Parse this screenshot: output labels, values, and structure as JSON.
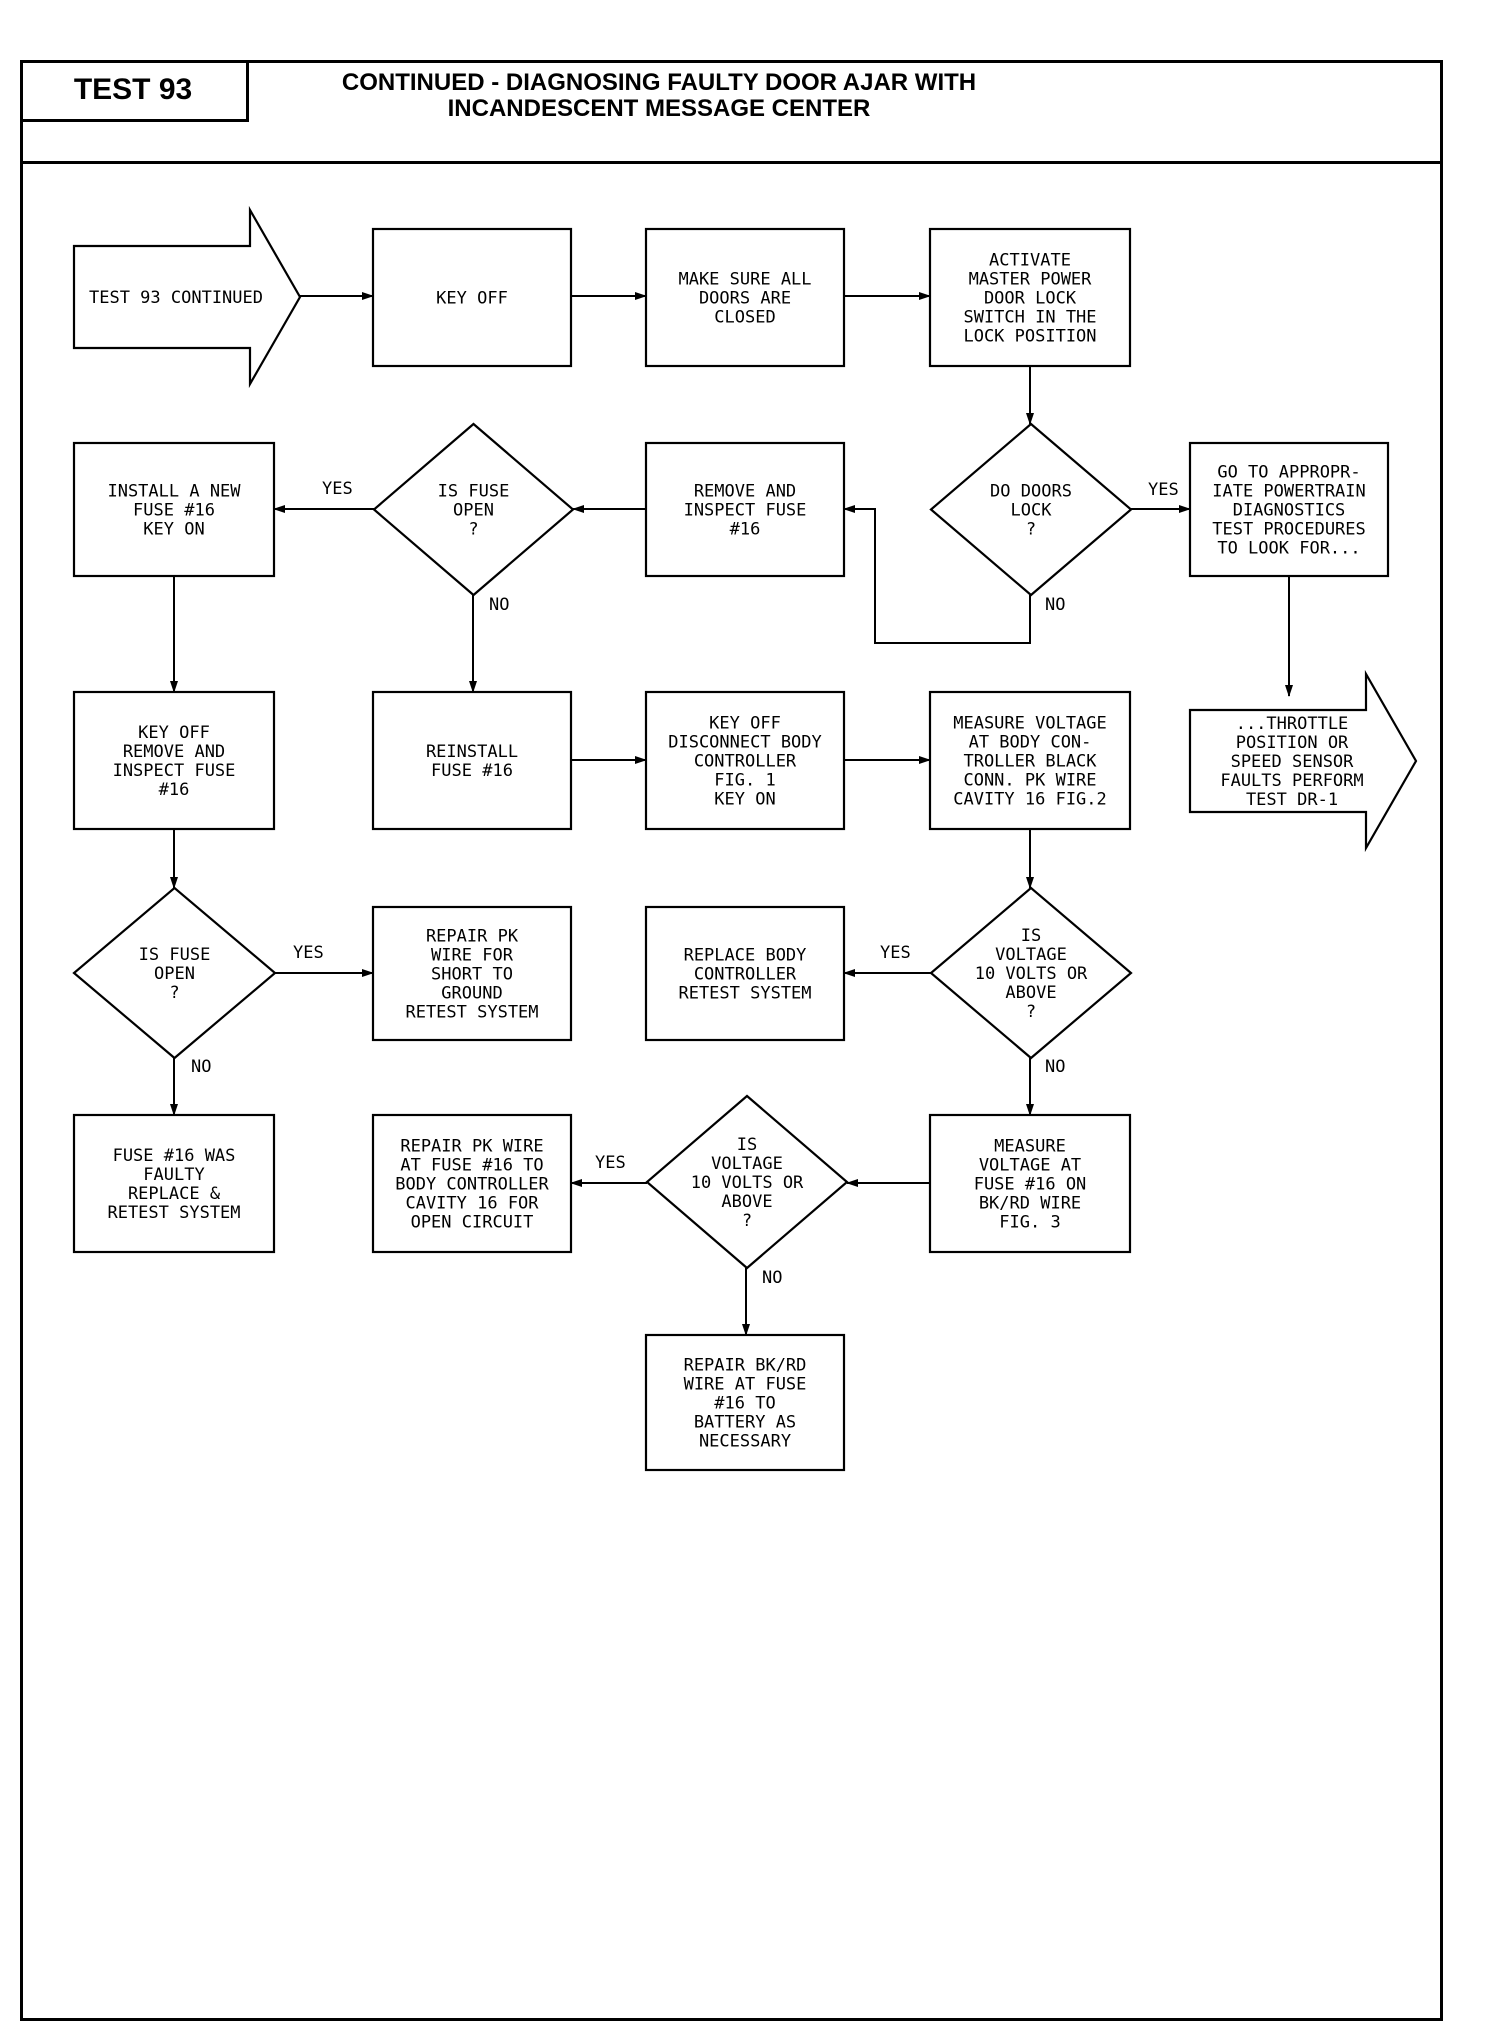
{
  "header": {
    "test_label": "TEST 93",
    "title": "CONTINUED - DIAGNOSING FAULTY DOOR AJAR WITH\nINCANDESCENT MESSAGE CENTER"
  },
  "flowchart": {
    "nodes": [
      {
        "id": "start",
        "shape": "arrow",
        "lines": [
          "TEST 93 CONTINUED"
        ]
      },
      {
        "id": "keyoff1",
        "shape": "rect",
        "lines": [
          "KEY OFF"
        ]
      },
      {
        "id": "doors_closed",
        "shape": "rect",
        "lines": [
          "MAKE SURE ALL",
          "DOORS ARE",
          "CLOSED"
        ]
      },
      {
        "id": "activate",
        "shape": "rect",
        "lines": [
          "ACTIVATE",
          "MASTER POWER",
          "DOOR LOCK",
          "SWITCH IN THE",
          "LOCK POSITION"
        ]
      },
      {
        "id": "do_doors_lock",
        "shape": "diamond",
        "lines": [
          "DO DOORS",
          "LOCK",
          "?"
        ]
      },
      {
        "id": "goto_powertrain",
        "shape": "rect",
        "lines": [
          "GO TO APPROPR-",
          "IATE POWERTRAIN",
          "DIAGNOSTICS",
          "TEST PROCEDURES",
          "TO LOOK FOR..."
        ]
      },
      {
        "id": "throttle",
        "shape": "arrow",
        "lines": [
          "...THROTTLE",
          "POSITION OR",
          "SPEED SENSOR",
          "FAULTS PERFORM",
          "TEST DR-1"
        ]
      },
      {
        "id": "remove_inspect",
        "shape": "rect",
        "lines": [
          "REMOVE AND",
          "INSPECT FUSE",
          "#16"
        ]
      },
      {
        "id": "is_fuse_open1",
        "shape": "diamond",
        "lines": [
          "IS FUSE",
          "OPEN",
          "?"
        ]
      },
      {
        "id": "install_new",
        "shape": "rect",
        "lines": [
          "INSTALL A NEW",
          "FUSE #16",
          "KEY ON"
        ]
      },
      {
        "id": "keyoff_remove",
        "shape": "rect",
        "lines": [
          "KEY OFF",
          "REMOVE AND",
          "INSPECT FUSE",
          "#16"
        ]
      },
      {
        "id": "reinstall",
        "shape": "rect",
        "lines": [
          "REINSTALL",
          "FUSE #16"
        ]
      },
      {
        "id": "disconnect",
        "shape": "rect",
        "lines": [
          "KEY OFF",
          "DISCONNECT BODY",
          "CONTROLLER",
          "FIG. 1",
          "KEY ON"
        ]
      },
      {
        "id": "measure_bc",
        "shape": "rect",
        "lines": [
          "MEASURE VOLTAGE",
          "AT BODY CON-",
          "TROLLER BLACK",
          "CONN. PK WIRE",
          "CAVITY 16 FIG.2"
        ]
      },
      {
        "id": "is_fuse_open2",
        "shape": "diamond",
        "lines": [
          "IS FUSE",
          "OPEN",
          "?"
        ]
      },
      {
        "id": "repair_pk_short",
        "shape": "rect",
        "lines": [
          "REPAIR PK",
          "WIRE FOR",
          "SHORT TO",
          "GROUND",
          "RETEST SYSTEM"
        ]
      },
      {
        "id": "replace_bc",
        "shape": "rect",
        "lines": [
          "REPLACE BODY",
          "CONTROLLER",
          "RETEST SYSTEM"
        ]
      },
      {
        "id": "is_voltage1",
        "shape": "diamond",
        "lines": [
          "IS",
          "VOLTAGE",
          "10 VOLTS OR",
          "ABOVE",
          "?"
        ]
      },
      {
        "id": "fuse_faulty",
        "shape": "rect",
        "lines": [
          "FUSE #16 WAS",
          "FAULTY",
          "REPLACE &",
          "RETEST SYSTEM"
        ]
      },
      {
        "id": "repair_pk_fuse",
        "shape": "rect",
        "lines": [
          "REPAIR PK WIRE",
          "AT FUSE #16 TO",
          "BODY CONTROLLER",
          "CAVITY 16 FOR",
          "OPEN CIRCUIT"
        ]
      },
      {
        "id": "is_voltage2",
        "shape": "diamond",
        "lines": [
          "IS",
          "VOLTAGE",
          "10 VOLTS OR",
          "ABOVE",
          "?"
        ]
      },
      {
        "id": "measure_fuse",
        "shape": "rect",
        "lines": [
          "MEASURE",
          "VOLTAGE AT",
          "FUSE #16 ON",
          "BK/RD WIRE",
          "FIG. 3"
        ]
      },
      {
        "id": "repair_bkrd",
        "shape": "rect",
        "lines": [
          "REPAIR BK/RD",
          "WIRE AT FUSE",
          "#16 TO",
          "BATTERY AS",
          "NECESSARY"
        ]
      }
    ],
    "edges": [
      {
        "from": "start",
        "to": "keyoff1",
        "label": ""
      },
      {
        "from": "keyoff1",
        "to": "doors_closed",
        "label": ""
      },
      {
        "from": "doors_closed",
        "to": "activate",
        "label": ""
      },
      {
        "from": "activate",
        "to": "do_doors_lock",
        "label": ""
      },
      {
        "from": "do_doors_lock",
        "to": "goto_powertrain",
        "label": "YES"
      },
      {
        "from": "goto_powertrain",
        "to": "throttle",
        "label": ""
      },
      {
        "from": "do_doors_lock",
        "to": "remove_inspect",
        "label": "NO"
      },
      {
        "from": "remove_inspect",
        "to": "is_fuse_open1",
        "label": ""
      },
      {
        "from": "is_fuse_open1",
        "to": "install_new",
        "label": "YES"
      },
      {
        "from": "is_fuse_open1",
        "to": "reinstall",
        "label": "NO"
      },
      {
        "from": "install_new",
        "to": "keyoff_remove",
        "label": ""
      },
      {
        "from": "reinstall",
        "to": "disconnect",
        "label": ""
      },
      {
        "from": "disconnect",
        "to": "measure_bc",
        "label": ""
      },
      {
        "from": "keyoff_remove",
        "to": "is_fuse_open2",
        "label": ""
      },
      {
        "from": "is_fuse_open2",
        "to": "repair_pk_short",
        "label": "YES"
      },
      {
        "from": "is_fuse_open2",
        "to": "fuse_faulty",
        "label": "NO"
      },
      {
        "from": "measure_bc",
        "to": "is_voltage1",
        "label": ""
      },
      {
        "from": "is_voltage1",
        "to": "replace_bc",
        "label": "YES"
      },
      {
        "from": "is_voltage1",
        "to": "measure_fuse",
        "label": "NO"
      },
      {
        "from": "measure_fuse",
        "to": "is_voltage2",
        "label": ""
      },
      {
        "from": "is_voltage2",
        "to": "repair_pk_fuse",
        "label": "YES"
      },
      {
        "from": "is_voltage2",
        "to": "repair_bkrd",
        "label": "NO"
      }
    ]
  }
}
